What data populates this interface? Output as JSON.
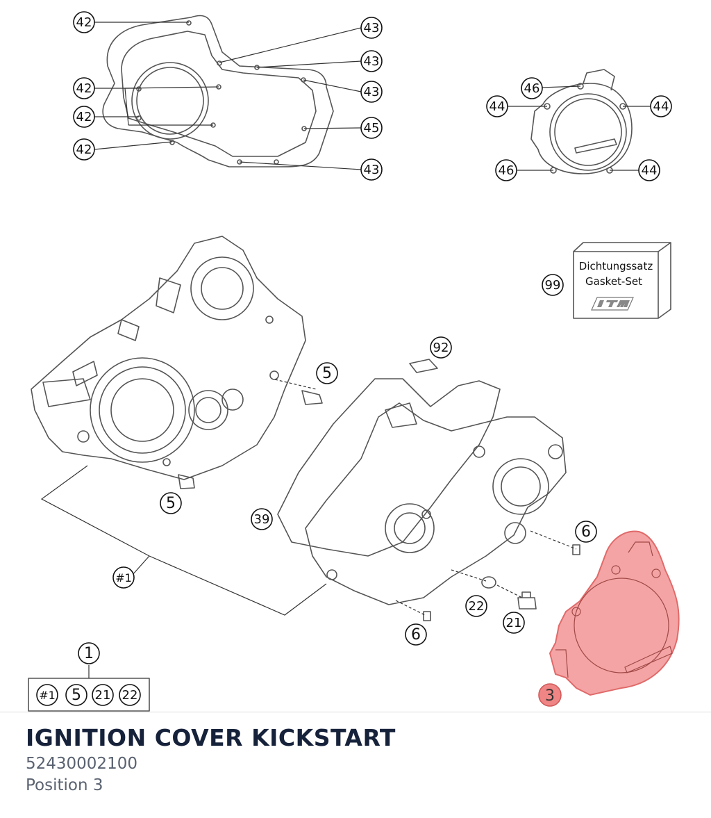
{
  "part": {
    "title": "IGNITION COVER KICKSTART",
    "number": "52430002100",
    "position": "Position 3"
  },
  "box": {
    "line1": "Dichtungssatz",
    "line2": "Gasket-Set"
  },
  "callouts": {
    "c42a": "42",
    "c42b": "42",
    "c42c": "42",
    "c42d": "42",
    "c43a": "43",
    "c43b": "43",
    "c43c": "43",
    "c43d": "43",
    "c45": "45",
    "c46a": "46",
    "c46b": "46",
    "c44a": "44",
    "c44b": "44",
    "c44c": "44",
    "c99": "99",
    "c92": "92",
    "c5a": "5",
    "c5b": "5",
    "c39": "39",
    "c6a": "6",
    "c6b": "6",
    "c22": "22",
    "c21": "21",
    "ch1": "#1",
    "c1": "1",
    "k1": "#1",
    "k5": "5",
    "k21": "21",
    "k22": "22",
    "c3": "3"
  },
  "colors": {
    "highlight": "#f08585",
    "highlight_stroke": "#e06a6a",
    "line": "#4a4a4a"
  }
}
